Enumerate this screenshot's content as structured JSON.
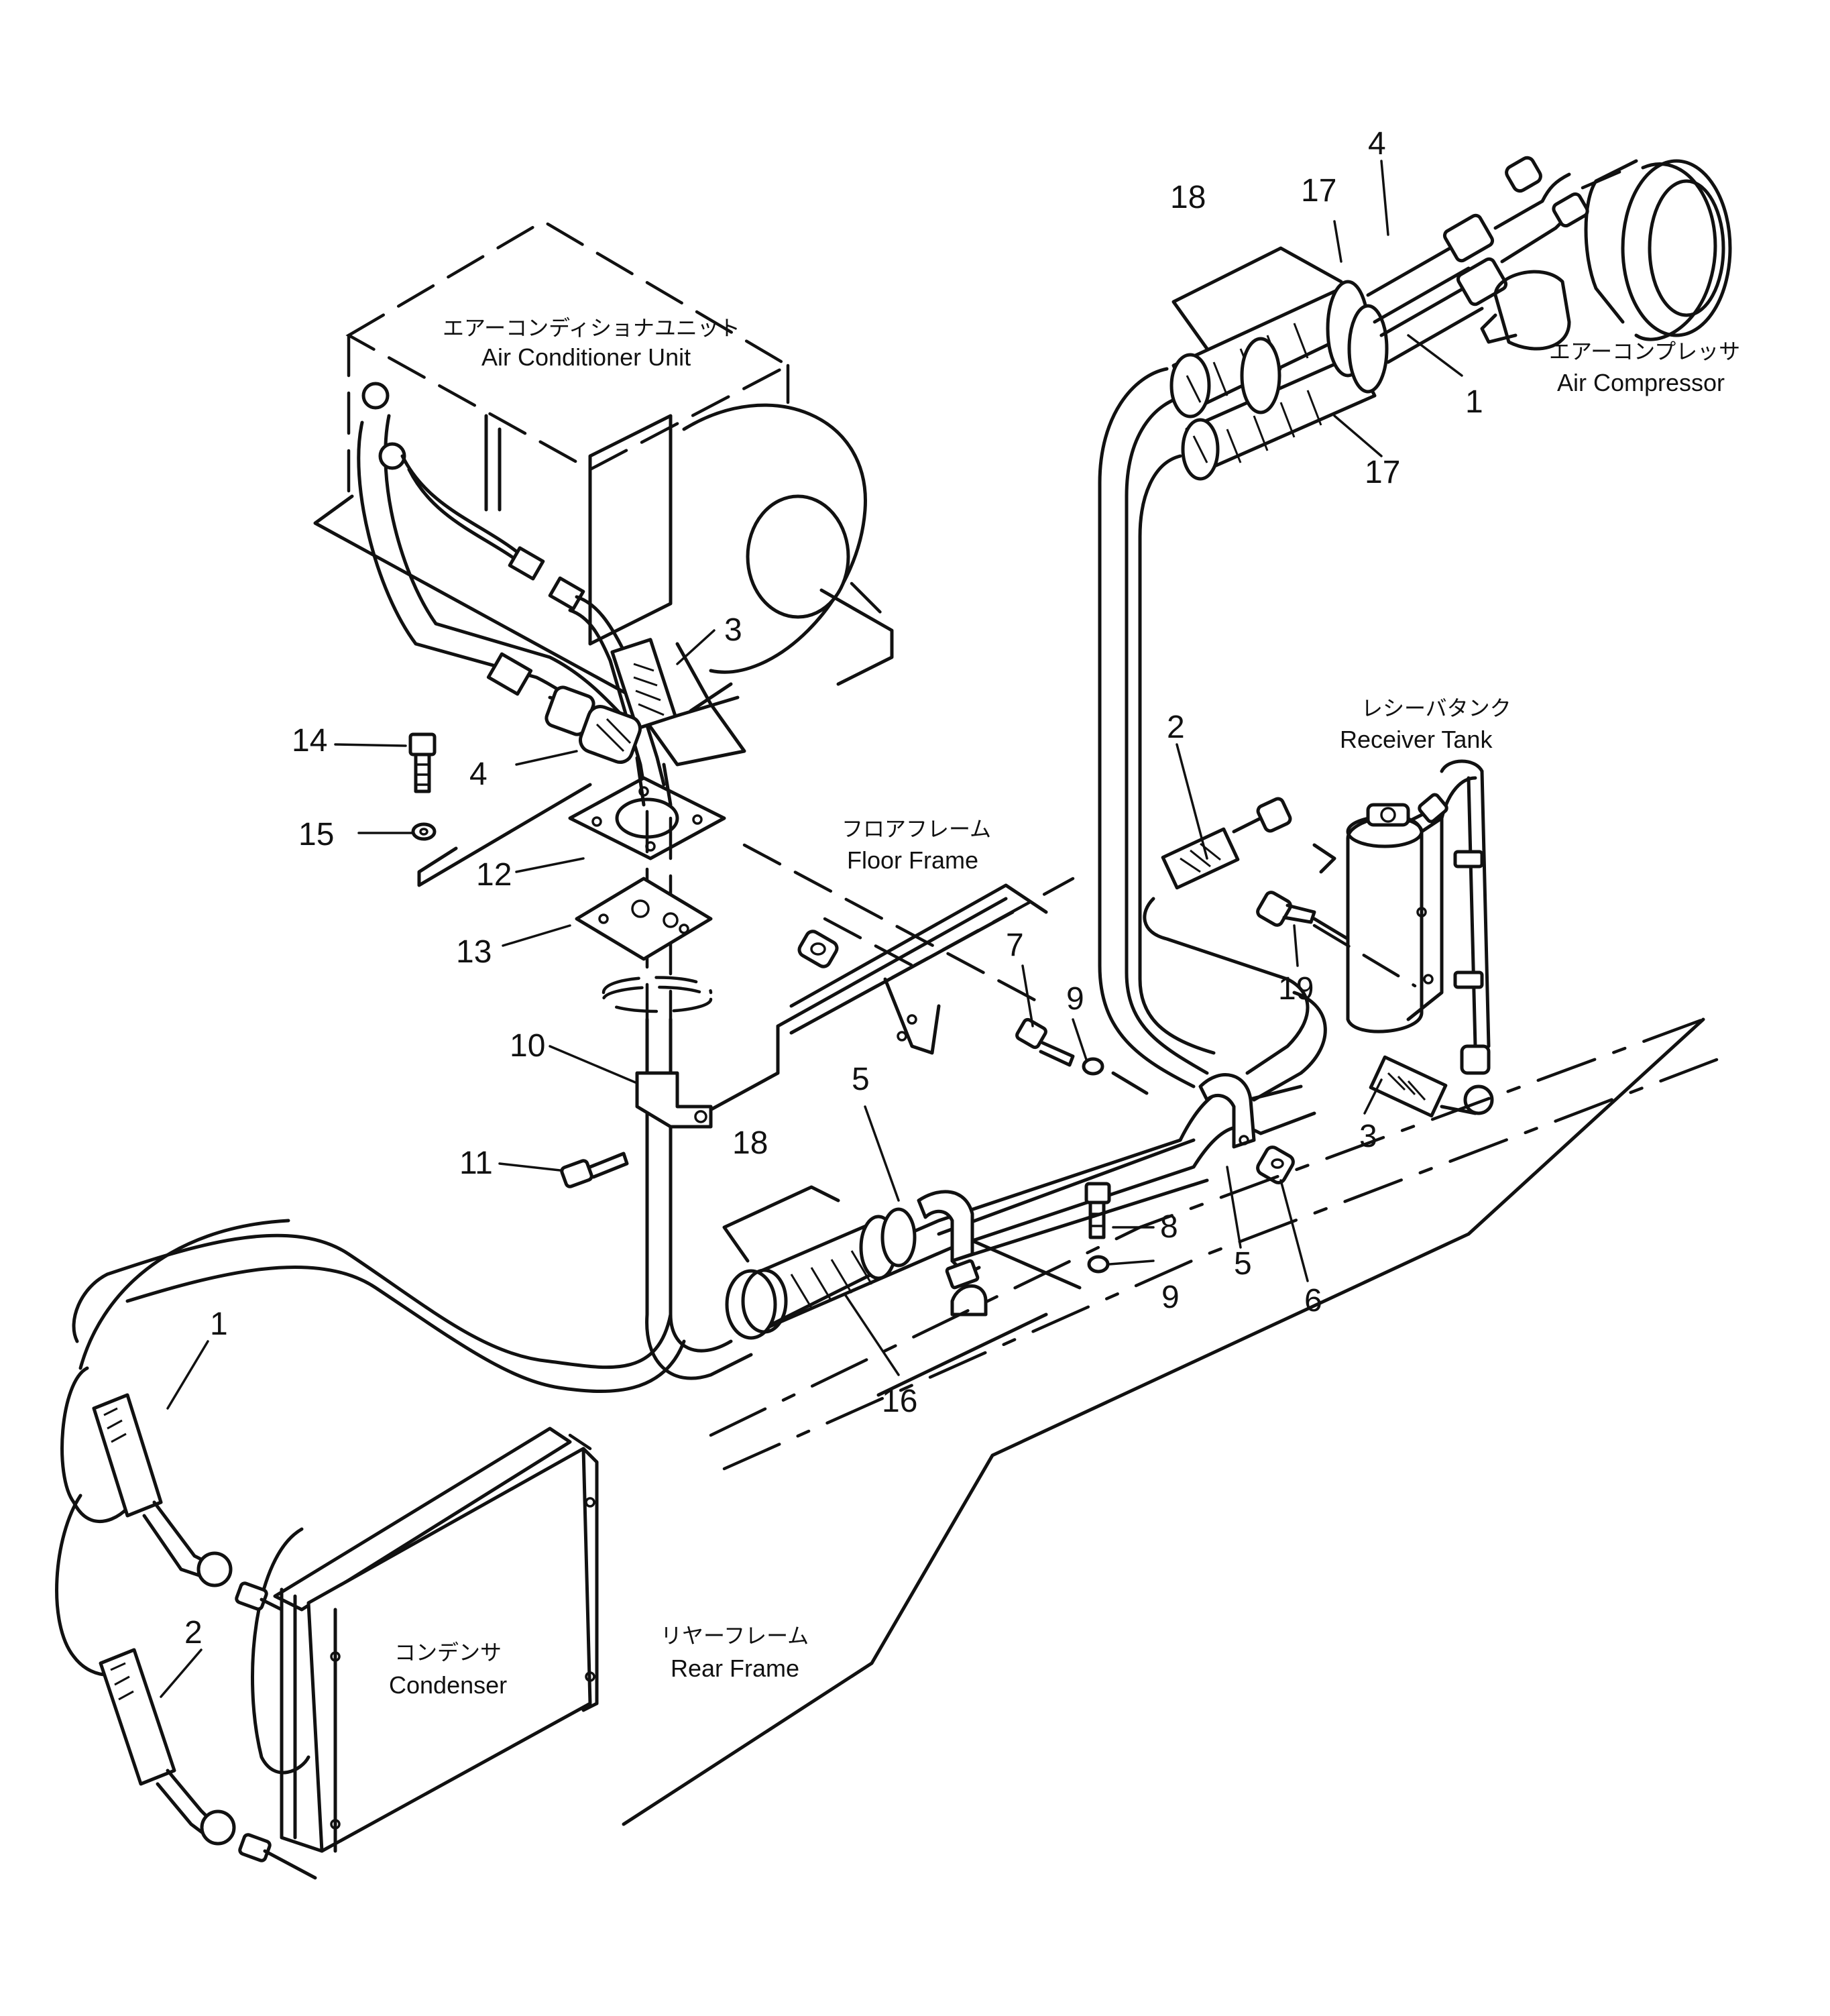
{
  "components": {
    "air_conditioner_unit": {
      "jp": "エアーコンディショナユニット",
      "en": "Air Conditioner Unit"
    },
    "air_compressor": {
      "jp": "エアーコンプレッサ",
      "en": "Air Compressor"
    },
    "receiver_tank": {
      "jp": "レシーバタンク",
      "en": "Receiver Tank"
    },
    "floor_frame": {
      "jp": "フロアフレーム",
      "en": "Floor Frame"
    },
    "condenser": {
      "jp": "コンデンサ",
      "en": "Condenser"
    },
    "rear_frame": {
      "jp": "リヤーフレーム",
      "en": "Rear Frame"
    }
  },
  "callouts": [
    "1",
    "2",
    "3",
    "4",
    "5",
    "6",
    "7",
    "8",
    "9",
    "10",
    "11",
    "12",
    "13",
    "14",
    "15",
    "16",
    "17",
    "18",
    "19",
    "1",
    "2",
    "3",
    "4",
    "5",
    "9",
    "17",
    "18"
  ],
  "colors": {
    "ink": "#111111",
    "paper": "#ffffff"
  }
}
